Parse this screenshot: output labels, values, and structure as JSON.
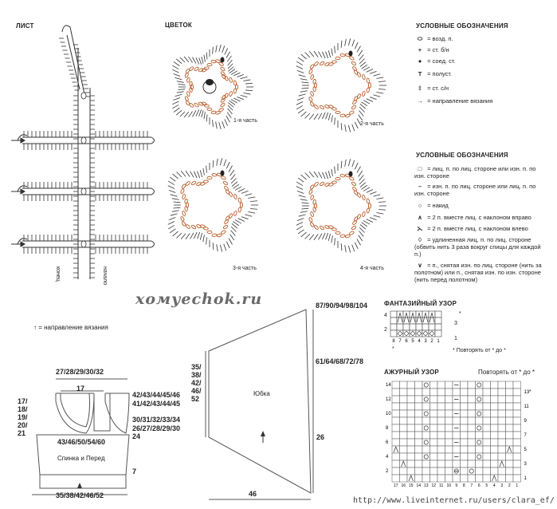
{
  "titles": {
    "leaf": "ЛИСТ",
    "flower": "ЦВЕТОК",
    "legend1": "УСЛОВНЫЕ ОБОЗНАЧЕНИЯ",
    "legend2": "УСЛОВНЫЕ ОБОЗНАЧЕНИЯ",
    "fancy": "ФАНТАЗИЙНЫЙ УЗОР",
    "lace": "АЖУРНЫЙ УЗОР"
  },
  "leaf": {
    "end_label": "конец",
    "start_label": "начало"
  },
  "flower_parts": [
    "1-я часть",
    "2-я часть",
    "3-я часть",
    "4-я часть"
  ],
  "legend1_items": [
    {
      "icon": "chain-stitch-icon",
      "sym": "⬭",
      "text": "= возд. п."
    },
    {
      "icon": "single-crochet-icon",
      "sym": "+",
      "text": "= ст. б/н"
    },
    {
      "icon": "slip-stitch-icon",
      "sym": "●",
      "text": "= соед. ст."
    },
    {
      "icon": "half-double-crochet-icon",
      "sym": "T",
      "text": "= полуст."
    },
    {
      "icon": "double-crochet-icon",
      "sym": "‡",
      "text": "= ст. с/н"
    },
    {
      "icon": "direction-arrow-icon",
      "sym": "→",
      "text": "= направление вязания"
    }
  ],
  "legend2_items": [
    {
      "icon": "empty-square-icon",
      "sym": "□",
      "text": "= лиц. п. по лиц. стороне или изн. п. по изн. стороне"
    },
    {
      "icon": "dash-icon",
      "sym": "–",
      "text": "= изн. п. по лиц. стороне или лиц. п. по изн. стороне"
    },
    {
      "icon": "yarn-over-icon",
      "sym": "○",
      "text": "= накид"
    },
    {
      "icon": "k2tog-right-icon",
      "sym": "∧",
      "text": "= 2 п. вместе лиц. с наклоном вправо"
    },
    {
      "icon": "k2tog-left-icon",
      "sym": "⋋",
      "text": "= 2 п. вместе лиц. с наклоном влево"
    },
    {
      "icon": "elongated-stitch-icon",
      "sym": "♢",
      "text": "= удлиненная лиц. п. по лиц. стороне (обвить нить 3 раза вокруг спицы для каждой п.)"
    },
    {
      "icon": "slipped-stitch-icon",
      "sym": "∨",
      "text": "= п., снятая изн. по лиц. стороне (нить за полотном) или п., снятая изн. по изн. стороне (нить перед полотном)"
    }
  ],
  "watermark": "хомуеchok.ru",
  "direction_note": "= направление вязания",
  "bodice": {
    "top_width": "27/28/29/30/32",
    "neck_width": "17",
    "left_height": [
      "17/",
      "18/",
      "19/",
      "20/",
      "21"
    ],
    "right_a": "42/43/44/45/46",
    "right_b": "41/42/43/44/45",
    "right_c": "30/31/32/33/34",
    "right_d": "26/27/28/29/30",
    "right_e": "24",
    "chest": "43/46/50/54/60",
    "label": "Спинка и Перед",
    "band": "7",
    "bottom": "35/38/42/46/52"
  },
  "skirt": {
    "top": "87/90/94/98/104",
    "right_mid": "61/64/68/72/78",
    "left": [
      "35/",
      "38/",
      "42/",
      "46/",
      "52"
    ],
    "label": "Юбка",
    "height": "26",
    "bottom": "46"
  },
  "fancy": {
    "rows_left": [
      "4",
      "2"
    ],
    "rows_right": [
      "3",
      "1"
    ],
    "cols": [
      "8",
      "7",
      "6",
      "5",
      "4",
      "3",
      "2",
      "1"
    ],
    "star": "*",
    "repeat": "Повторять от * до *"
  },
  "lace": {
    "repeat": "Повторять от * до *",
    "star": "*",
    "rows_left": [
      "14",
      "12",
      "10",
      "8",
      "6",
      "4",
      "2"
    ],
    "rows_right": [
      "13",
      "11",
      "9",
      "7",
      "5",
      "3",
      "1"
    ],
    "cols": [
      "17",
      "16",
      "15",
      "14",
      "13",
      "12",
      "11",
      "10",
      "9",
      "8",
      "7",
      "6",
      "5",
      "4",
      "3",
      "2",
      "1"
    ]
  },
  "url": "http://www.liveinternet.ru/users/clara_ef/"
}
